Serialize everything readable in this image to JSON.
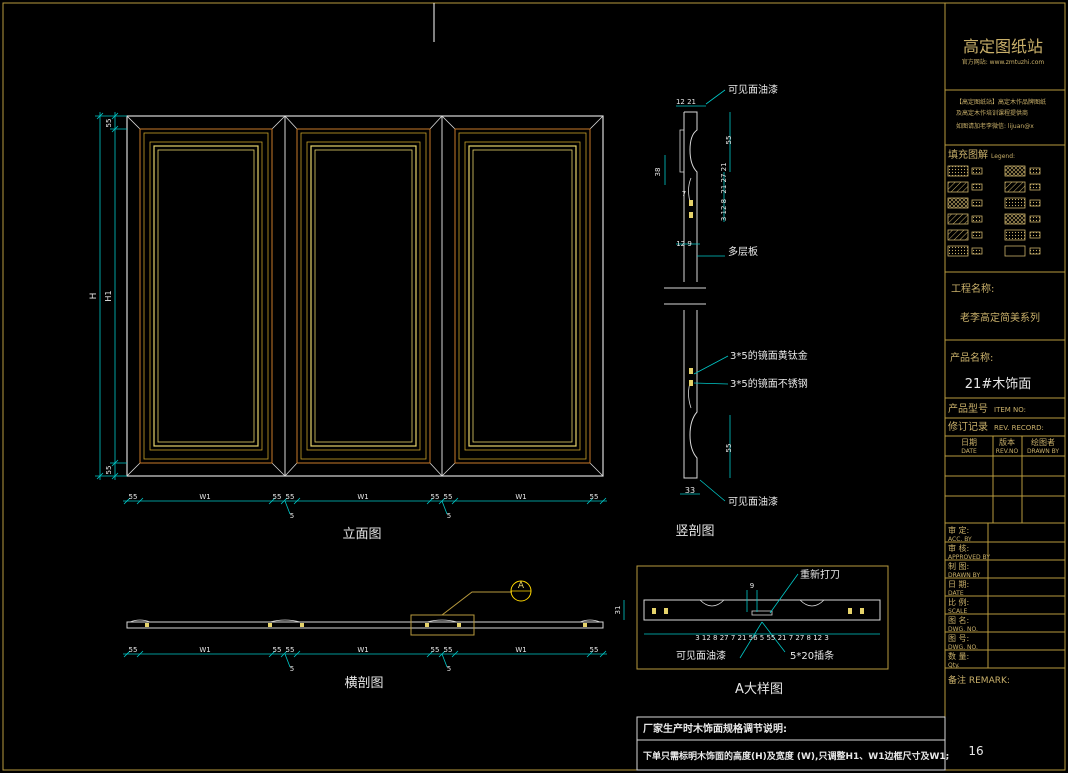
{
  "colors": {
    "background": "#000000",
    "border": "#b89a3e",
    "dimension": "#00c8c8",
    "outline": "#d8d8d8",
    "panel_gold": "#c9a227",
    "panel_inner": "#e6d36a",
    "orange": "#c87a2a",
    "callout": "#ffd700"
  },
  "title_block": {
    "brand": "高定图纸站",
    "website": "官方网站: www.zmtuzhi.com",
    "notice": [
      "【高定图纸站】高定木作品牌图纸",
      "及高定木作培训课程提供商",
      "如图请加老李微信: lijuan@x"
    ],
    "legend_title": "填充图解",
    "legend_en": "Legend:",
    "project_label": "工程名称:",
    "project_name": "老李高定简美系列",
    "product_label": "产品名称:",
    "product_name": "21#木饰面",
    "model_label": "产品型号",
    "model_en": "ITEM NO:",
    "revision_label": "修订记录",
    "revision_en": "REV. RECORD:",
    "rev_columns": [
      [
        "日期",
        "DATE"
      ],
      [
        "版本",
        "REV.NO"
      ],
      [
        "绘图者",
        "DRAWN BY"
      ]
    ],
    "sign_rows": [
      [
        "审  定:",
        "ACC. BY"
      ],
      [
        "审  核:",
        "APPROVED BY"
      ],
      [
        "制  图:",
        "DRAWN BY"
      ],
      [
        "日  期:",
        "DATE"
      ],
      [
        "比  例:",
        "SCALE"
      ],
      [
        "图  名:",
        "DWG. NO."
      ],
      [
        "图  号:",
        "DWG. NO."
      ],
      [
        "数  量:",
        "Qty."
      ]
    ],
    "remark": "备注 REMARK:",
    "page_number": "16"
  },
  "views": {
    "elevation": "立面图",
    "vertical_section": "竖剖图",
    "horizontal_section": "横剖图",
    "detail": "A大样图"
  },
  "elevation_dims": {
    "height": "H",
    "inner_height": "H1",
    "top": "55",
    "bottom": "55",
    "width_row": [
      "55",
      "W1",
      "55",
      "55",
      "W1",
      "55",
      "55",
      "W1",
      "55"
    ],
    "gap": "5"
  },
  "section_dims": {
    "top_pair": "12 21",
    "right_top": "55",
    "left_mid": "38",
    "stack": "21 27 21",
    "seven": "7",
    "stack2": "3 12 8",
    "mid": "12 9",
    "right_bottom": "55",
    "bottom": "33"
  },
  "section_callouts": {
    "paint_top": "可见面油漆",
    "plywood": "多层板",
    "gold": "3*5的镜面黄钛金",
    "steel": "3*5的镜面不锈钢",
    "paint_bottom": "可见面油漆"
  },
  "detail_callouts": {
    "marker": "A",
    "re_cut": "重新打刀",
    "paint": "可见面油漆",
    "strip": "5*20插条",
    "top_nine": "9",
    "left_dim": "31",
    "bottom_dims": "3 12 8 27 7 21    56   5    55   21 7 27  8 12 3"
  },
  "notes": {
    "title": "厂家生产时木饰面规格调节说明:",
    "body": "下单只需标明木饰面的高度(H)及宽度 (W),只调整H1、W1边框尺寸及W1;"
  }
}
